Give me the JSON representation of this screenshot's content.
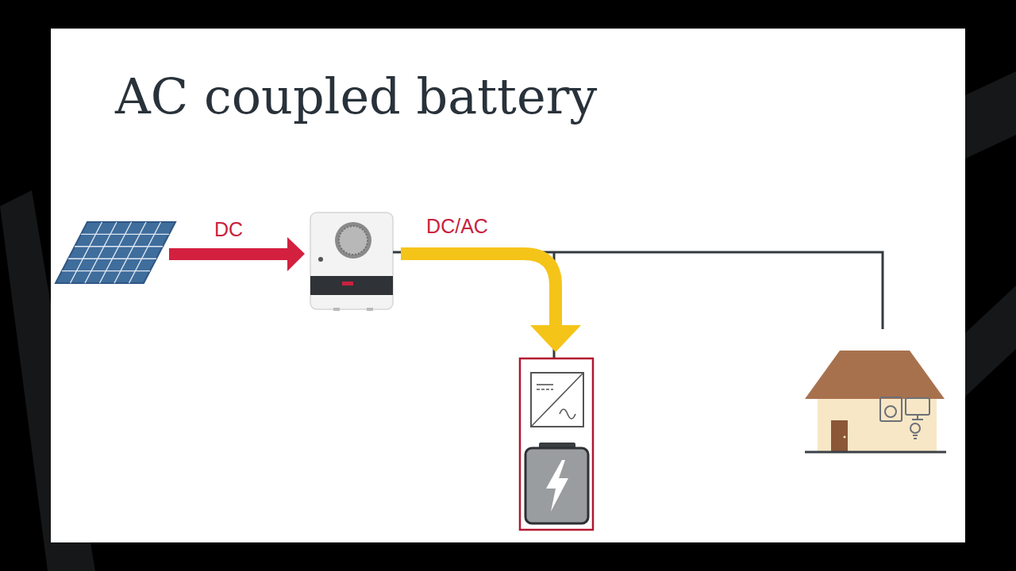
{
  "diagram": {
    "title": "AC coupled battery",
    "labels": [
      "DC",
      "DC/AC"
    ]
  }
}
